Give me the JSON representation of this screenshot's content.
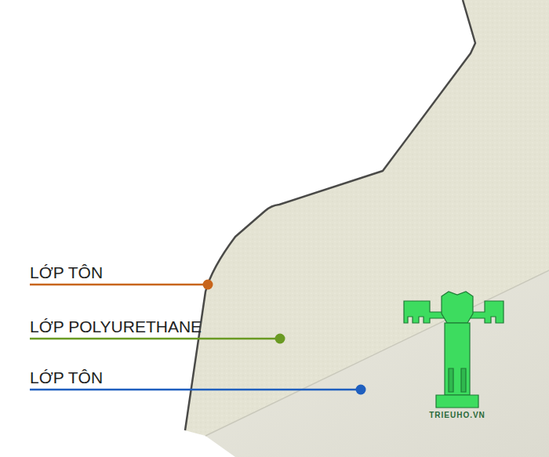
{
  "diagram": {
    "labels": [
      "LỚP TÔN",
      "LỚP POLYURETHANE",
      "LỚP TÔN",
      "TRIEUHO.VN"
    ]
  }
}
